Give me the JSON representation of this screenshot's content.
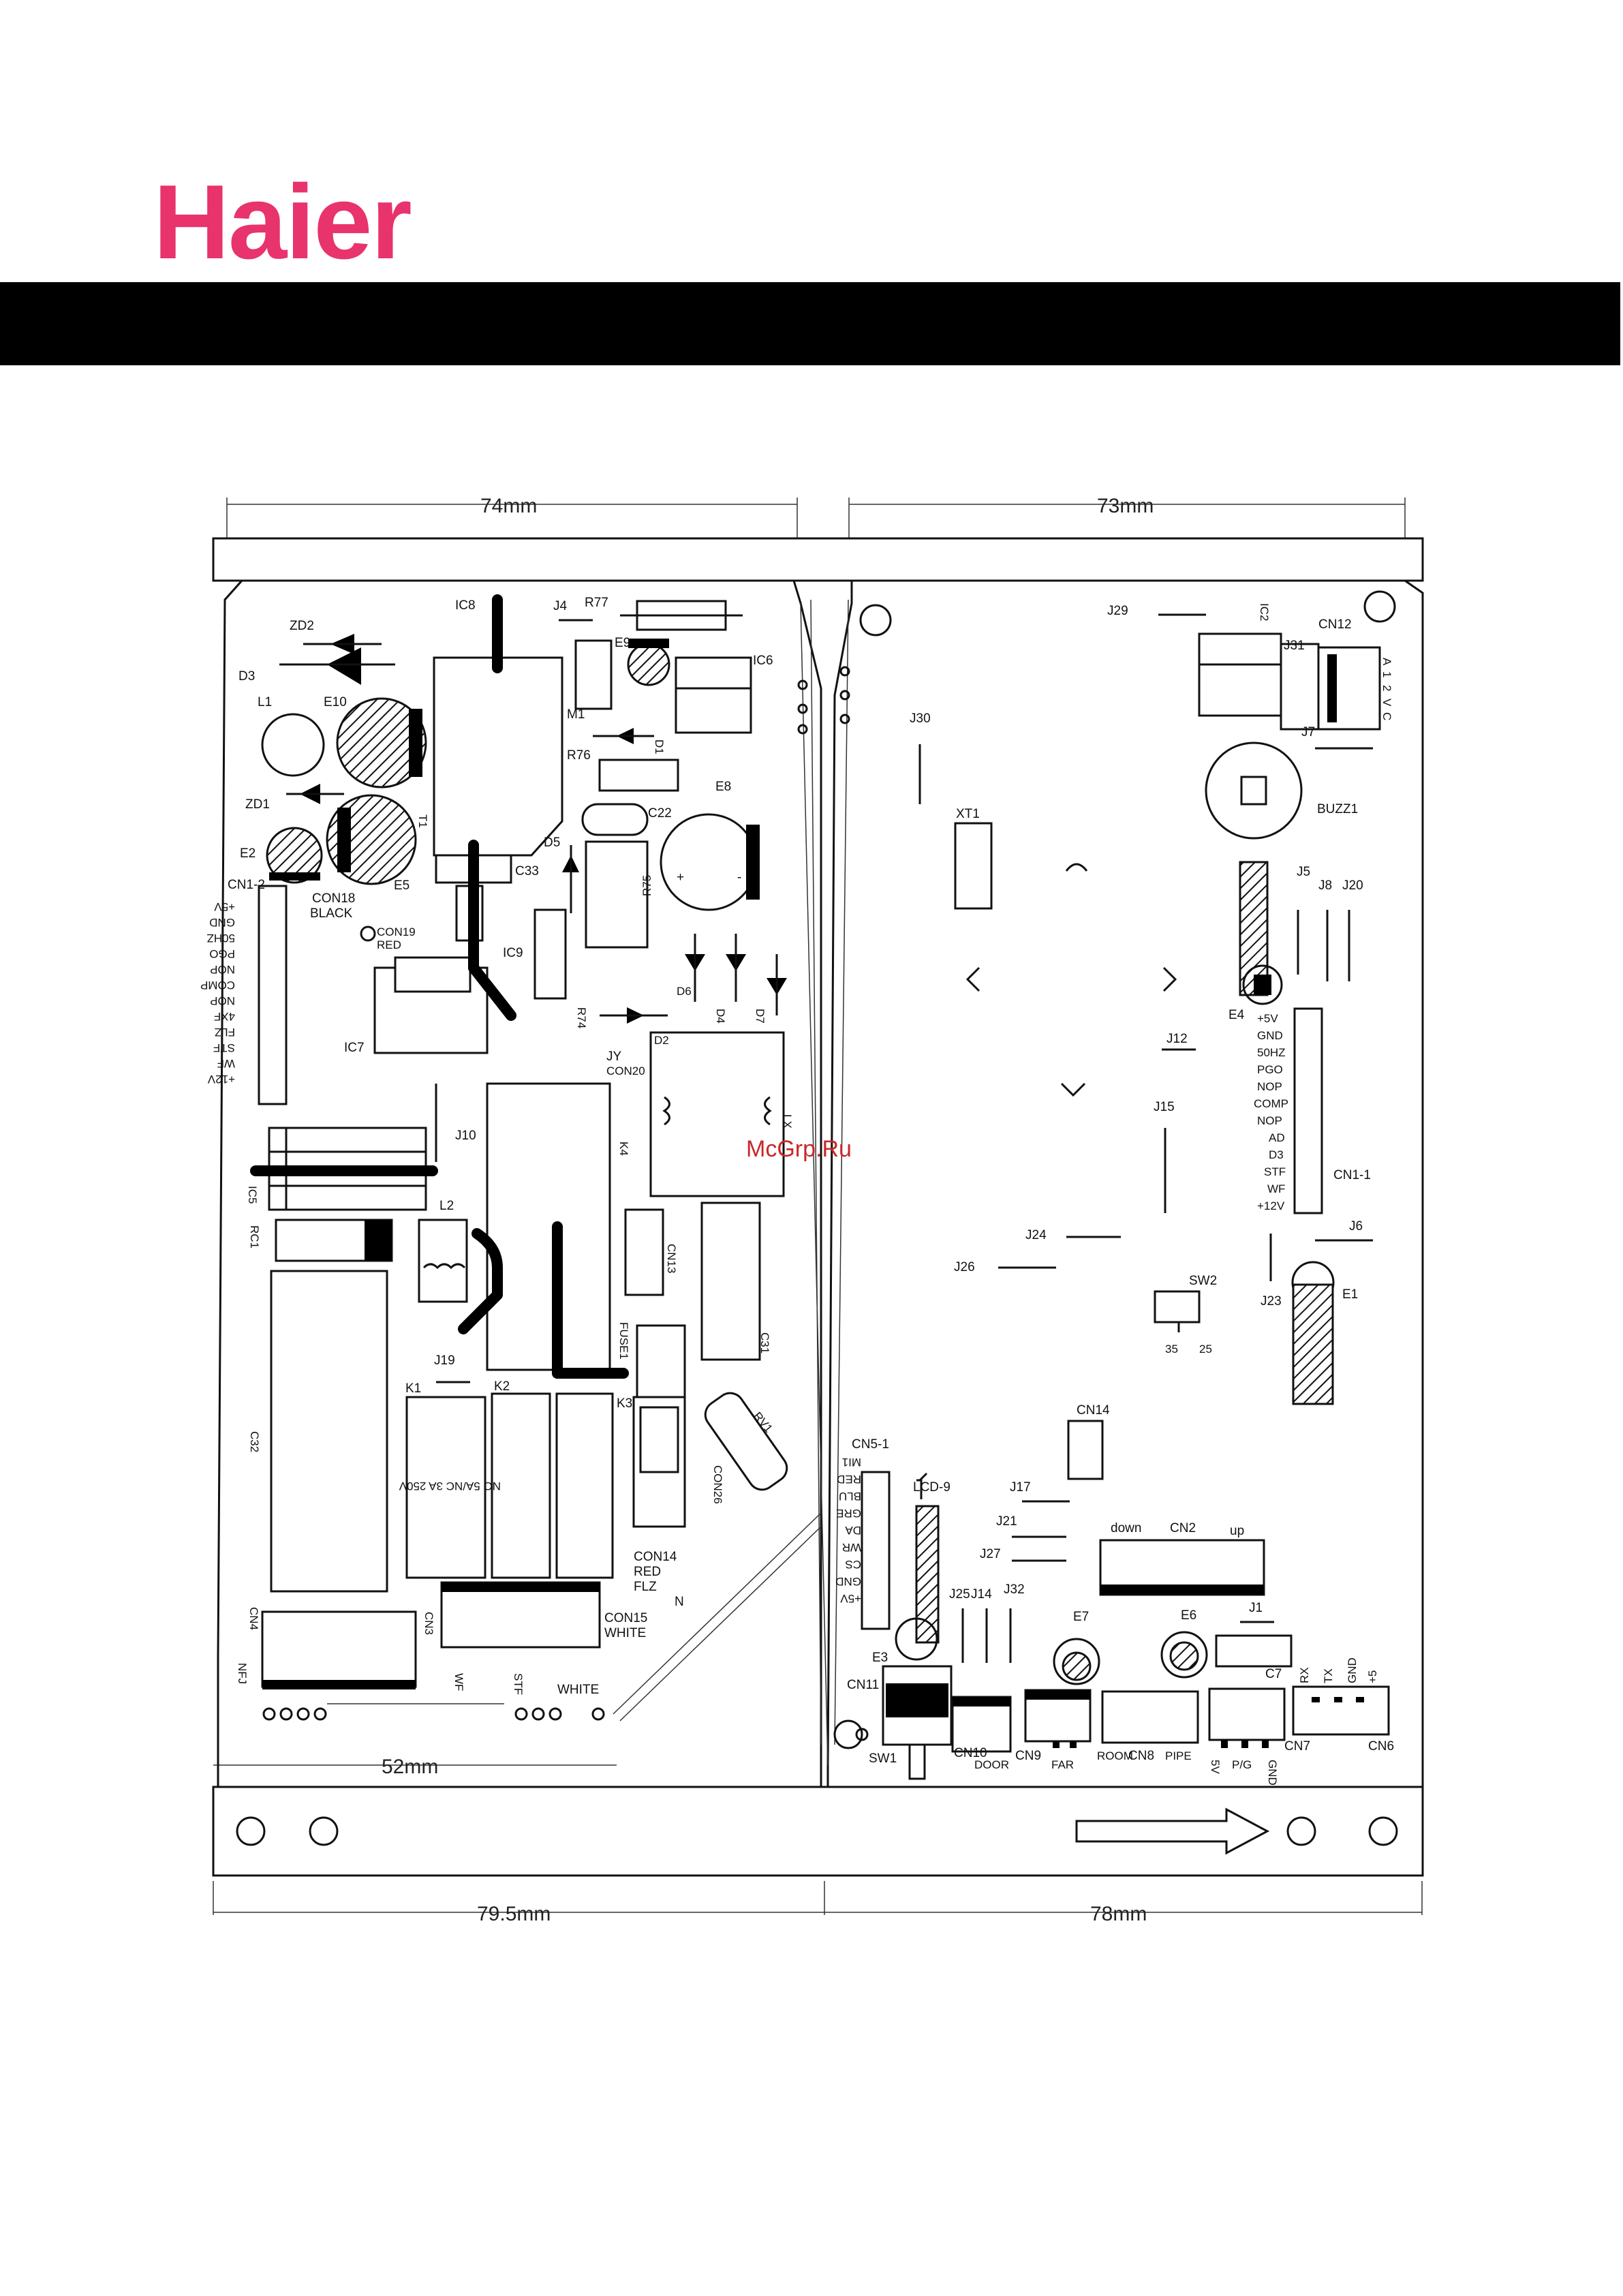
{
  "brand": {
    "logo_text": "Haier",
    "logo_color": "#e8336d"
  },
  "header_band": {
    "color": "#000000"
  },
  "dimensions": {
    "top_left": "74mm",
    "top_right": "73mm",
    "bottom_left": "79.5mm",
    "bottom_right": "78mm",
    "inner_bottom": "52mm"
  },
  "watermark": "McGrp.Ru",
  "left_board": {
    "components": [
      "IC8",
      "J4",
      "R77",
      "ZD2",
      "D3",
      "L1",
      "E10",
      "E9",
      "IC6",
      "M1",
      "D1",
      "R76",
      "T1",
      "C22",
      "E8",
      "ZD1",
      "E2",
      "D5",
      "C33",
      "R75",
      "E5",
      "CN1-2",
      "CON18",
      "BLACK",
      "CON19",
      "RED",
      "IC9",
      "IC7",
      "D6",
      "D4",
      "D7",
      "R74",
      "JY",
      "CON20",
      "D2",
      "LX",
      "J10",
      "K4",
      "IC5",
      "L2",
      "CN13",
      "RC1",
      "C31",
      "FUSE1",
      "J19",
      "K1",
      "K2",
      "K3",
      "RV1",
      "C32",
      "CON26",
      "CON14",
      "RED",
      "FLZ",
      "N",
      "CN4",
      "CN3",
      "CON15",
      "WHITE",
      "NFJ",
      "WF",
      "STF",
      "WHITE"
    ],
    "cn1_2_pins": [
      "+5V",
      "GND",
      "50HZ",
      "PGO",
      "NOP",
      "COMP",
      "NOP",
      "4XF",
      "FLZ",
      "STF",
      "WF",
      "+12V"
    ],
    "relay_note": "NO 5A/NC 3A 250V"
  },
  "right_board": {
    "components": [
      "J29",
      "IC2",
      "CN12",
      "J31",
      "J30",
      "J7",
      "XT1",
      "BUZZ1",
      "J5",
      "J8",
      "J20",
      "E4",
      "J12",
      "J15",
      "J24",
      "J26",
      "SW2",
      "J6",
      "J23",
      "E1",
      "CN14",
      "CN5-1",
      "LCD-9",
      "J17",
      "J21",
      "J27",
      "CN2",
      "J25",
      "J14",
      "J32",
      "E7",
      "E6",
      "J1",
      "C7",
      "E3",
      "CN11",
      "SW1",
      "CN10",
      "CN9",
      "CN8",
      "CN7",
      "CN6"
    ],
    "cn12_pins": [
      "A",
      "1",
      "2",
      "V",
      "C"
    ],
    "sw2_labels": [
      "35",
      "25"
    ],
    "cn1_1_label": "CN1-1",
    "cn1_1_pins": [
      "+5V",
      "GND",
      "50HZ",
      "PGO",
      "NOP",
      "COMP",
      "NOP",
      "AD",
      "D3",
      "STF",
      "WF",
      "+12V"
    ],
    "cn5_1_pins": [
      "MI1",
      "RED",
      "BLU",
      "GRE",
      "DA",
      "WR",
      "CS",
      "GND",
      "+5V"
    ],
    "cn2_labels": [
      "down",
      "up"
    ],
    "bottom_labels": [
      "DOOR",
      "FAR",
      "ROOM",
      "PIPE",
      "5V",
      "P/G",
      "GND"
    ],
    "cn7_pins": [
      "RX",
      "TX",
      "GND",
      "+5"
    ]
  }
}
